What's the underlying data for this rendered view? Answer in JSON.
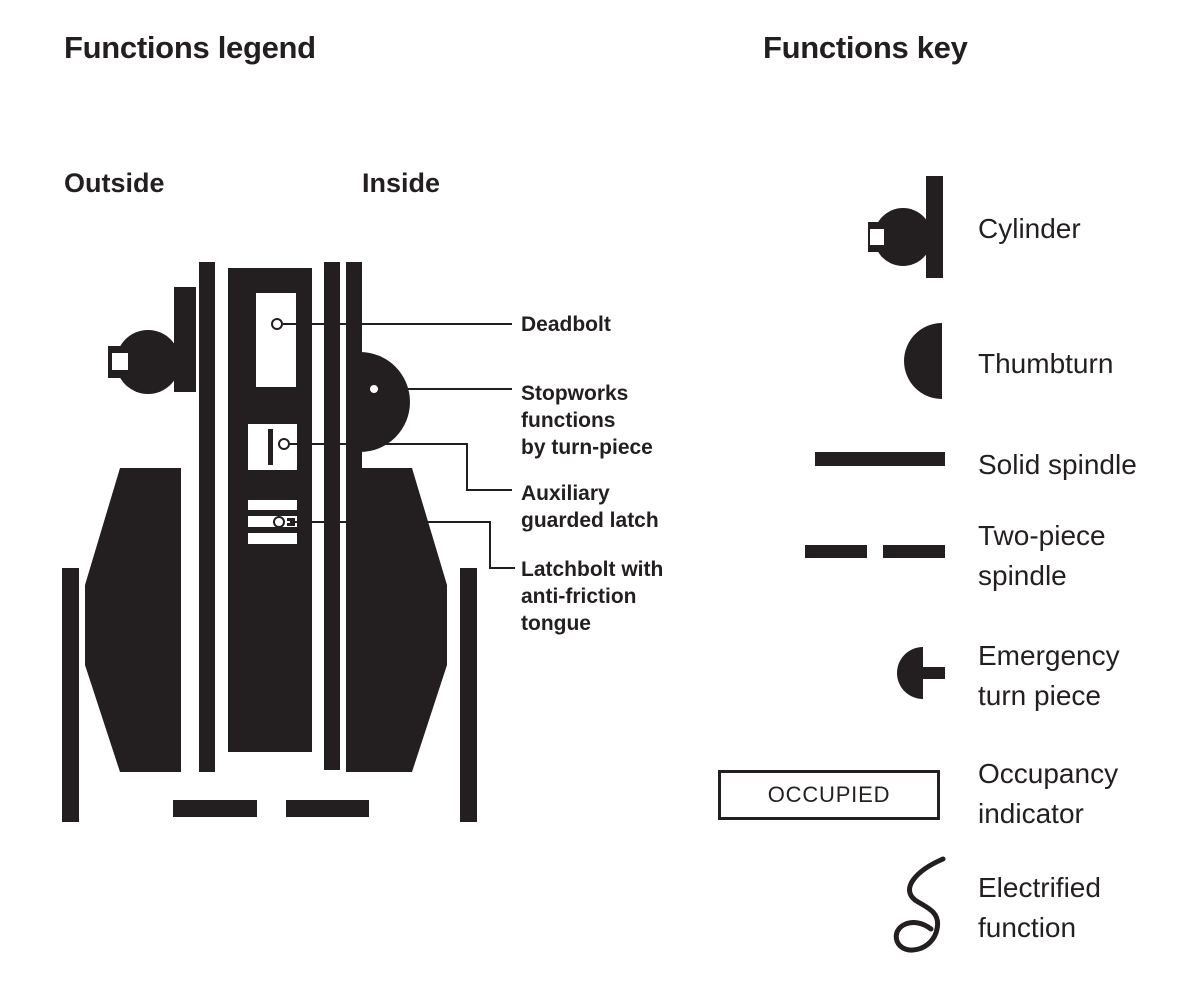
{
  "page": {
    "background": "#ffffff",
    "ink": "#231f20"
  },
  "legend": {
    "title": "Functions legend",
    "outside_label": "Outside",
    "inside_label": "Inside",
    "callouts": [
      {
        "id": "deadbolt",
        "label": "Deadbolt"
      },
      {
        "id": "stopworks",
        "label": "Stopworks\nfunctions\nby turn-piece"
      },
      {
        "id": "auxiliary-guarded-latch",
        "label": "Auxiliary\nguarded latch"
      },
      {
        "id": "latchbolt",
        "label": "Latchbolt with\nanti-friction\ntongue"
      }
    ]
  },
  "key": {
    "title": "Functions key",
    "items": [
      {
        "icon": "cylinder-icon",
        "label": "Cylinder"
      },
      {
        "icon": "thumbturn-icon",
        "label": "Thumbturn"
      },
      {
        "icon": "solid-spindle-icon",
        "label": "Solid spindle"
      },
      {
        "icon": "two-piece-spindle-icon",
        "label": "Two-piece\nspindle"
      },
      {
        "icon": "emergency-turn-piece-icon",
        "label": "Emergency\nturn piece"
      },
      {
        "icon": "occupancy-indicator-icon",
        "label": "Occupancy\nindicator",
        "indicator_text": "OCCUPIED"
      },
      {
        "icon": "electrified-function-icon",
        "label": "Electrified\nfunction"
      }
    ]
  }
}
